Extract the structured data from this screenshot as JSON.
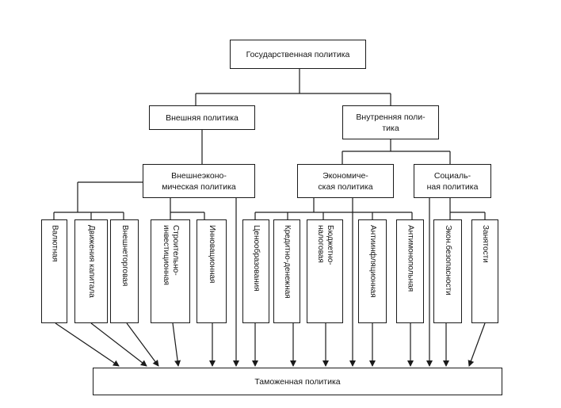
{
  "diagram": {
    "root": "Государственная политика",
    "external": "Внешняя политика",
    "internal": "Внутренняя поли-\nтика",
    "foreign_economic": "Внешнеэконо-\nмическая политика",
    "economic": "Экономиче-\nская политика",
    "social": "Социаль-\nная политика",
    "customs": "Таможенная политика",
    "leaves": [
      "Валютная",
      "Движения капитала",
      "Внешнеторговая",
      "Строительно-\nинвестиционная",
      "Инновационная",
      "Ценообразования",
      "Кредитно-денежная",
      "Бюджетно-\nналоговая",
      "Антиинфляционная",
      "Антимонопольная",
      "Экон.безопасности",
      "Занятости"
    ]
  }
}
